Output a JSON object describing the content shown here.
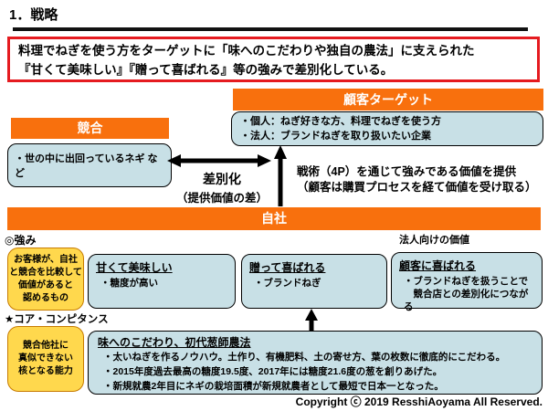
{
  "page": {
    "title": "1．戦略",
    "copyright": "Copyright ⓒ 2019 ResshiAoyama All Reserved."
  },
  "colors": {
    "orange": "#F8700D",
    "light_blue": "#C8E0E6",
    "yellow": "#FFD84D",
    "yellow_border": "#C77B00",
    "red": "#E51B20"
  },
  "summary": {
    "line1": "料理でねぎを使う方をターゲットに「味へのこだわりや独自の農法」に支えられた",
    "line2": "『甘くて美味しい』『贈って喜ばれる』等の強みで差別化している。"
  },
  "customer_target": {
    "header": "顧客ターゲット",
    "item1": "・個人：ねぎ好きな方、料理でねぎを使う方",
    "item2": "・法人：ブランドねぎを取り扱いたい企業"
  },
  "competitor": {
    "header": "競合",
    "item": "・世の中に出回っているネギ など"
  },
  "differentiation": {
    "label": "差別化",
    "sublabel": "（提供価値の差）"
  },
  "tactics": {
    "line1": "戦術（4P）を通じて強みである価値を提供",
    "line2": "（顧客は購買プロセスを経て価値を受け取る）"
  },
  "company": {
    "header": "自社",
    "strengths_label": "◎強み",
    "corporate_value_label": "法人向けの価値",
    "strength_definition": {
      "line1": "お客様が、自社",
      "line2": "と競合を比較して",
      "line3": "価値があると",
      "line4": "認めるもの"
    },
    "core_competence_label": "★コア・コンピタンス",
    "core_competence_definition": {
      "line1": "競合他社に",
      "line2": "真似できない",
      "line3": "核となる能力"
    },
    "strength_sweet": {
      "title": "甘くて美味しい",
      "bullet": "・糖度が高い"
    },
    "strength_gift": {
      "title": "贈って喜ばれる",
      "bullet": "・ブランドねぎ"
    },
    "strength_corporate": {
      "title": "顧客に喜ばれる",
      "bullet1": "・ブランドねぎを扱うことで",
      "bullet2": "　競合店との差別化につながる"
    },
    "core_method": {
      "title": "味へのこだわり、初代葱師農法",
      "bullet1": "・太いねぎを作るノウハウ。土作り、有機肥料、土の寄せ方、葉の枚数に徹底的にこだわる。",
      "bullet2": "・2015年度過去最高の糖度19.5度、2017年には糖度21.6度の葱を創りあげた。",
      "bullet3": "・新規就農2年目にネギの栽培面積が新規就農者として最短で日本一となった。"
    }
  }
}
